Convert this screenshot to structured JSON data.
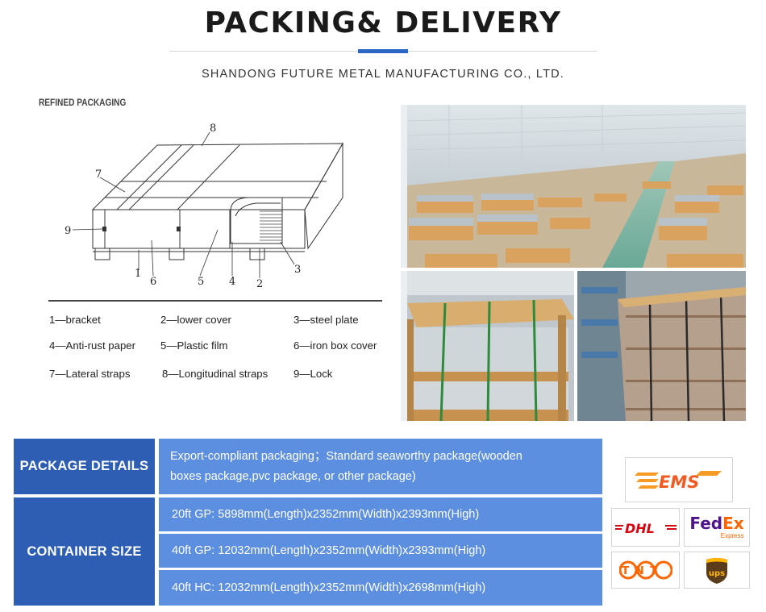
{
  "header": {
    "title": "PACKING& DELIVERY",
    "subtitle": "SHANDONG FUTURE METAL MANUFACTURING CO., LTD.",
    "accent_color": "#2a66c3"
  },
  "packaging": {
    "section_label": "REFINED PACKAGING",
    "diagram_numbers": [
      "1",
      "2",
      "3",
      "4",
      "5",
      "6",
      "7",
      "8",
      "9"
    ],
    "legend": [
      "1—bracket",
      "2—lower cover",
      "3—steel plate",
      "4—Anti-rust paper",
      "5—Plastic film",
      "6—iron box cover",
      "7—Lateral straps",
      "8—Longitudinal straps",
      "9—Lock"
    ]
  },
  "photos": [
    "warehouse-photo",
    "packed-sheets-photo",
    "stacked-sheets-photo"
  ],
  "details": {
    "package_label": "PACKAGE DETAILS",
    "package_text_line1": "Export-compliant packaging；Standard seaworthy package(wooden",
    "package_text_line2": "boxes package,pvc package, or other package)",
    "container_label": "CONTAINER SIZE",
    "containers": [
      "20ft GP: 5898mm(Length)x2352mm(Width)x2393mm(High)",
      "40ft GP: 12032mm(Length)x2352mm(Width)x2393mm(High)",
      "40ft HC: 12032mm(Length)x2352mm(Width)x2698mm(High)"
    ],
    "label_color": "#2d5eb3",
    "text_color": "#5d8fe0"
  },
  "carriers": {
    "ems": "EMS",
    "dhl": "DHL",
    "fedex_fed": "Fed",
    "fedex_ex": "Ex",
    "fedex_express": "Express",
    "tnt": "TNT",
    "ups": "ups"
  }
}
